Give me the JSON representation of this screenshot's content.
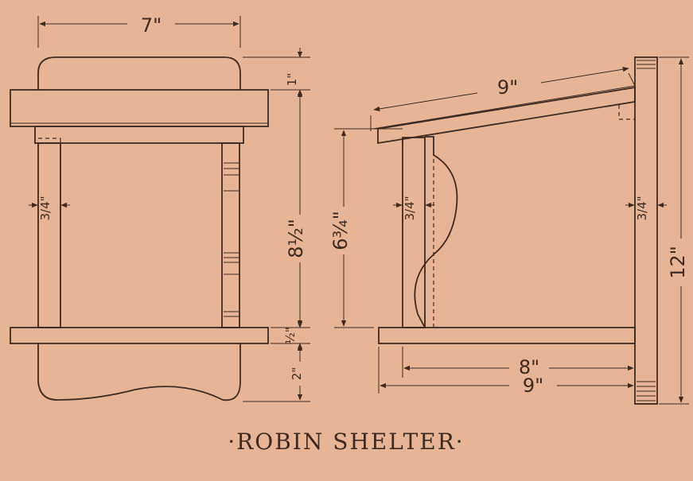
{
  "title": "·ROBIN SHELTER·",
  "colors": {
    "paper": "#e7b596",
    "ink": "#3e2a20"
  },
  "front_view": {
    "width": "7\"",
    "top_overhang": "1\"",
    "height": "8½\"",
    "post_thickness": "3/4\"",
    "floor_thickness": "½\"",
    "bottom_extension": "2\""
  },
  "side_view": {
    "roof_length": "9\"",
    "inner_height": "6¾\"",
    "front_post_thickness": "3/4\"",
    "back_thickness": "3/4\"",
    "back_height": "12\"",
    "floor_inner": "8\"",
    "floor_outer": "9\""
  }
}
